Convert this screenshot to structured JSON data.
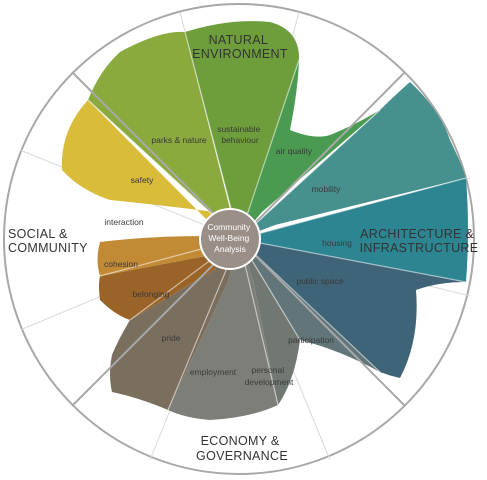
{
  "center": {
    "lines": [
      "Community",
      "Well-Being",
      "Analysis"
    ]
  },
  "categories": [
    {
      "lines": [
        "NATURAL",
        "ENVIRONMENT"
      ]
    },
    {
      "lines": [
        "ARCHITECTURE &",
        "INFRASTRUCTURE"
      ]
    },
    {
      "lines": [
        "ECONOMY &",
        "GOVERNANCE"
      ]
    },
    {
      "lines": [
        "SOCIAL &",
        "COMMUNITY"
      ]
    }
  ],
  "indicators": [
    {
      "lines": [
        "parks & nature"
      ],
      "color": "#8AAA3E"
    },
    {
      "lines": [
        "sustainable",
        "behaviour"
      ],
      "color": "#6E9E3C"
    },
    {
      "lines": [
        "air quality"
      ],
      "color": "#4A9A52"
    },
    {
      "lines": [
        "mobility"
      ],
      "color": "#46918E"
    },
    {
      "lines": [
        "housing"
      ],
      "color": "#2D8592"
    },
    {
      "lines": [
        "public space"
      ],
      "color": "#3F6477"
    },
    {
      "lines": [
        "participation"
      ],
      "color": "#62767A"
    },
    {
      "lines": [
        "personal",
        "development"
      ],
      "color": "#717872"
    },
    {
      "lines": [
        "employment"
      ],
      "color": "#7E7E78"
    },
    {
      "lines": [
        "pride"
      ],
      "color": "#7A6E5E"
    },
    {
      "lines": [
        "belonging"
      ],
      "color": "#9A6428"
    },
    {
      "lines": [
        "cohesion"
      ],
      "color": "#C38A36"
    },
    {
      "lines": [
        "interaction"
      ],
      "color": "#FFFFFF"
    },
    {
      "lines": [
        "safety"
      ],
      "color": "#D9BC3A"
    }
  ]
}
